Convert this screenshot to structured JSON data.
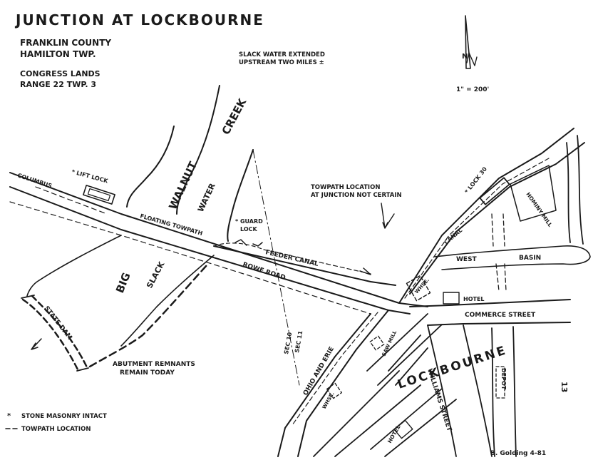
{
  "title": "JUNCTION AT LOCKBOURNE",
  "header": {
    "county": "FRANKLIN COUNTY",
    "township": "HAMILTON TWP.",
    "lands": "CONGRESS LANDS",
    "range": "RANGE 22 TWP. 3"
  },
  "notes": {
    "slack_water_1": "SLACK WATER EXTENDED",
    "slack_water_2": "UPSTREAM TWO MILES ±",
    "scale": "1\" = 200'",
    "north": "N",
    "towpath_1": "TOWPATH LOCATION",
    "towpath_2": "AT JUNCTION NOT CERTAIN",
    "abutment_1": "ABUTMENT REMNANTS",
    "abutment_2": "REMAIN TODAY"
  },
  "labels": {
    "columbus": "COLUMBUS",
    "lift_lock": "* LIFT LOCK",
    "walnut_creek_1": "WALNUT",
    "walnut_creek_2": "CREEK",
    "slack_water_label": "WATER",
    "big": "BIG",
    "slack": "SLACK",
    "floating_towpath": "FLOATING TOWPATH",
    "guard_lock_1": "* GUARD",
    "guard_lock_2": "LOCK",
    "feeder_canal": "FEEDER   CANAL",
    "rowe_road": "ROWE   ROAD",
    "state_dam": "STATE DAM",
    "lock_30": "* LOCK 30",
    "canal": "CANAL",
    "hominy_mill": "HOMINY MILL",
    "west_basin_1": "WEST",
    "west_basin_2": "BASIN",
    "whse_top": "WHSE.",
    "hotel_top": "HOTEL",
    "commerce_street": "COMMERCE  STREET",
    "lockbourne": "LOCKBOURNE",
    "sec_10": "SEC 10",
    "sec_11": "SEC 11",
    "ohio_and_erie": "OHIO  AND  ERIE",
    "saw_mill": "SAW MILL",
    "whse_bottom": "WHSE.",
    "williams_street": "WILLIAMS  STREET",
    "hotel_bottom": "HOTEL",
    "depot": "DEPOT"
  },
  "legend": {
    "stone_symbol": "*",
    "stone_label": "STONE MASONRY INTACT",
    "towpath_label": "TOWPATH LOCATION"
  },
  "page_number": "13",
  "signature": "B. Golding  4-81"
}
